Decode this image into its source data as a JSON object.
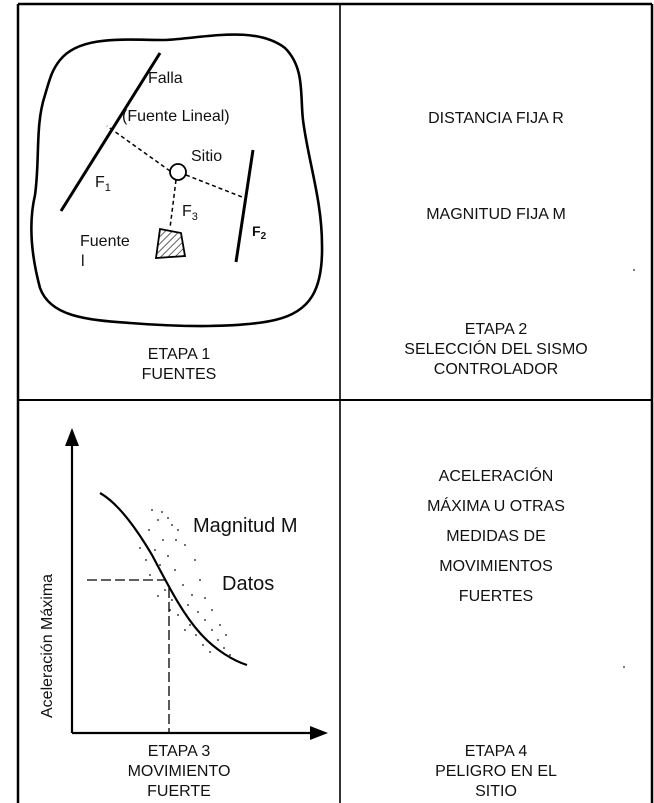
{
  "stage1": {
    "labels": {
      "falla": "Falla",
      "fuente_lineal": "(Fuente Lineal)",
      "sitio": "Sitio",
      "f1": "F",
      "f1_sub": "1",
      "f3": "F",
      "f3_sub": "3",
      "f2": "F",
      "f2_sub": "2",
      "fuente_line1": "Fuente",
      "fuente_line2": "l"
    },
    "caption": [
      "ETAPA 1",
      "FUENTES"
    ]
  },
  "stage2": {
    "distancia": "DISTANCIA FIJA R",
    "magnitud": "MAGNITUD FIJA M",
    "caption": [
      "ETAPA 2",
      "SELECCIÓN DEL SISMO",
      "CONTROLADOR"
    ]
  },
  "stage3": {
    "y_axis_label": "Aceleración Máxima",
    "magnitud_label": "Magnitud M",
    "datos_label": "Datos",
    "caption": [
      "ETAPA 3",
      "MOVIMIENTO",
      "FUERTE"
    ]
  },
  "stage4": {
    "text": [
      "ACELERACIÓN",
      "MÁXIMA U OTRAS",
      "MEDIDAS DE",
      "MOVIMIENTOS",
      "FUERTES"
    ],
    "caption": [
      "ETAPA 4",
      "PELIGRO EN EL",
      "SITIO"
    ]
  }
}
